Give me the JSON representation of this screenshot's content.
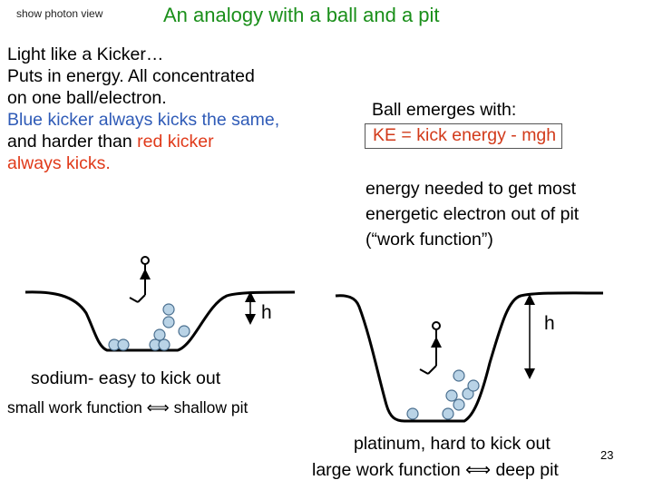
{
  "header": {
    "view_button": "show photon view",
    "title": "An analogy with a ball and a pit"
  },
  "left_text": {
    "line1": "Light like a Kicker…",
    "line2": "Puts in energy.  All concentrated",
    "line3": "on one ball/electron.",
    "line4": "Blue kicker always kicks the same,",
    "line5_pre": "and harder than ",
    "line5_red": "red kicker",
    "line6": "always kicks."
  },
  "right_text": {
    "emerges": "Ball emerges with:",
    "ke": "KE = kick energy - mgh",
    "energy1": "energy needed to get most",
    "energy2": "energetic electron out of pit",
    "energy3": "(“work function”)"
  },
  "sodium": {
    "h_label": "h",
    "caption1": "sodium- easy to kick out",
    "caption2": "small work function ⟺ shallow pit"
  },
  "platinum": {
    "h_label": "h",
    "caption1": "platinum, hard to kick out",
    "caption2": "large work function ⟺ deep pit"
  },
  "page_number": "23",
  "colors": {
    "title": "#1a8f1a",
    "blue_text": "#2f5bb7",
    "red_text": "#e03a1a",
    "ball_fill": "#b9d3e6",
    "ball_stroke": "#4a6f8f"
  }
}
